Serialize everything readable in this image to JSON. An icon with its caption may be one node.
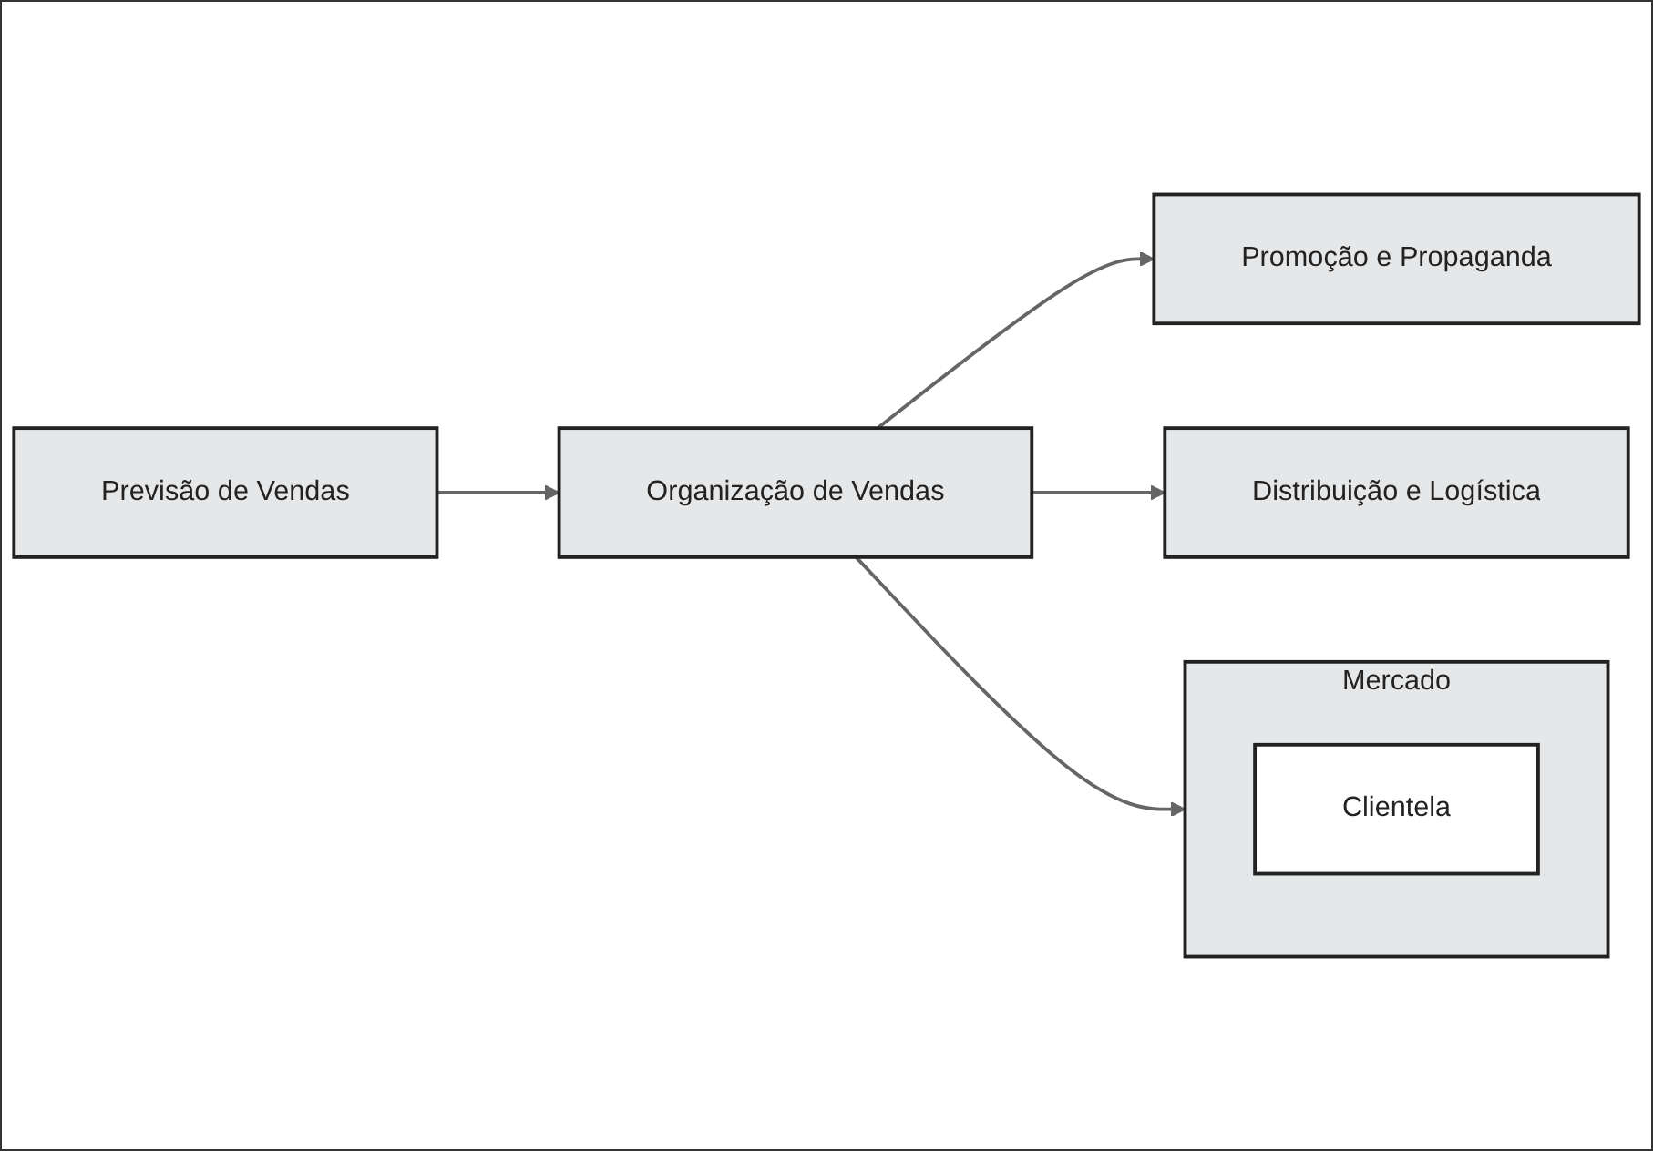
{
  "diagram": {
    "nodes": [
      {
        "text": [
          "Promoção e Propaganda"
        ]
      },
      {
        "text": [
          "Previsão de Vendas"
        ]
      },
      {
        "text": [
          "Organização de Vendas"
        ]
      },
      {
        "text": [
          "Mercado"
        ]
      },
      {
        "text": [
          "Clientela"
        ],
        "in": 3
      },
      {
        "text": [
          "Distribuição e Logística"
        ]
      }
    ],
    "edges": [
      {
        "from": 1,
        "to": 2,
        "arrow": "to"
      },
      {
        "from": 2,
        "to": 0,
        "arrow": "to"
      },
      {
        "from": 2,
        "to": 3,
        "arrow": "to"
      },
      {
        "from": 2,
        "to": 5,
        "arrow": "to"
      }
    ]
  }
}
